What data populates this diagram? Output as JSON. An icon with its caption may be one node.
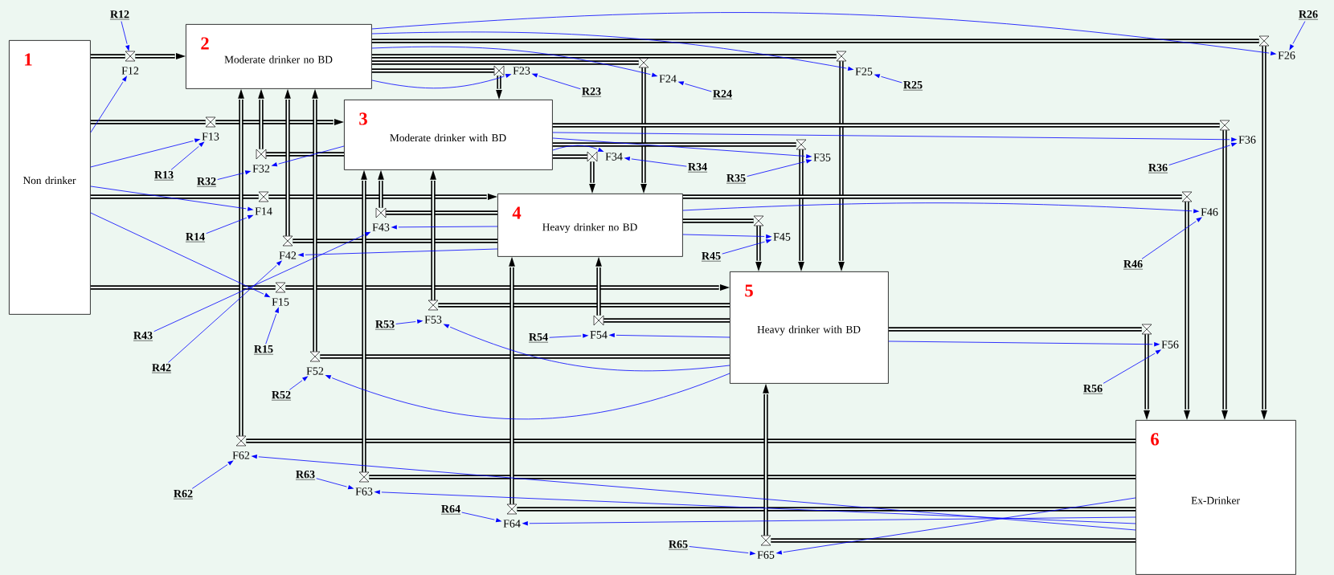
{
  "diagram": {
    "nodes": [
      {
        "text": [
          "1",
          "Non drinker"
        ]
      },
      {
        "text": [
          "2",
          "Moderate drinker no BD"
        ]
      },
      {
        "text": [
          "3",
          "Moderate drinker with BD"
        ]
      },
      {
        "text": [
          "4",
          "Heavy drinker no BD"
        ]
      },
      {
        "text": [
          "5",
          "Heavy drinker with BD"
        ]
      },
      {
        "text": [
          "6",
          "Ex-Drinker"
        ]
      },
      {
        "text": [
          "F12"
        ]
      },
      {
        "text": [
          "F13"
        ]
      },
      {
        "text": [
          "F14"
        ]
      },
      {
        "text": [
          "F15"
        ]
      },
      {
        "text": [
          "F23"
        ]
      },
      {
        "text": [
          "F24"
        ]
      },
      {
        "text": [
          "F25"
        ]
      },
      {
        "text": [
          "F26"
        ]
      },
      {
        "text": [
          "F32"
        ]
      },
      {
        "text": [
          "F34"
        ]
      },
      {
        "text": [
          "F35"
        ]
      },
      {
        "text": [
          "F36"
        ]
      },
      {
        "text": [
          "F42"
        ]
      },
      {
        "text": [
          "F43"
        ]
      },
      {
        "text": [
          "F45"
        ]
      },
      {
        "text": [
          "F46"
        ]
      },
      {
        "text": [
          "F52"
        ]
      },
      {
        "text": [
          "F53"
        ]
      },
      {
        "text": [
          "F54"
        ]
      },
      {
        "text": [
          "F56"
        ]
      },
      {
        "text": [
          "F62"
        ]
      },
      {
        "text": [
          "F63"
        ]
      },
      {
        "text": [
          "F64"
        ]
      },
      {
        "text": [
          "F65"
        ]
      },
      {
        "text": [
          "R12"
        ]
      },
      {
        "text": [
          "R13"
        ]
      },
      {
        "text": [
          "R14"
        ]
      },
      {
        "text": [
          "R15"
        ]
      },
      {
        "text": [
          "R23"
        ]
      },
      {
        "text": [
          "R24"
        ]
      },
      {
        "text": [
          "R25"
        ]
      },
      {
        "text": [
          "R26"
        ]
      },
      {
        "text": [
          "R32"
        ]
      },
      {
        "text": [
          "R34"
        ]
      },
      {
        "text": [
          "R35"
        ]
      },
      {
        "text": [
          "R36"
        ]
      },
      {
        "text": [
          "R42"
        ]
      },
      {
        "text": [
          "R43"
        ]
      },
      {
        "text": [
          "R45"
        ]
      },
      {
        "text": [
          "R46"
        ]
      },
      {
        "text": [
          "R52"
        ]
      },
      {
        "text": [
          "R53"
        ]
      },
      {
        "text": [
          "R54"
        ]
      },
      {
        "text": [
          "R56"
        ]
      },
      {
        "text": [
          "R62"
        ]
      },
      {
        "text": [
          "R63"
        ]
      },
      {
        "text": [
          "R64"
        ]
      },
      {
        "text": [
          "R65"
        ]
      }
    ],
    "edges": [
      {
        "from": 0,
        "to": 6,
        "arrow": "none",
        "style": "thick"
      },
      {
        "from": 6,
        "to": 1,
        "arrow": "to",
        "style": "thick"
      },
      {
        "from": 0,
        "to": 7,
        "arrow": "none",
        "style": "thick"
      },
      {
        "from": 7,
        "to": 2,
        "arrow": "to",
        "style": "thick"
      },
      {
        "from": 0,
        "to": 8,
        "arrow": "none",
        "style": "thick"
      },
      {
        "from": 8,
        "to": 3,
        "arrow": "to",
        "style": "thick"
      },
      {
        "from": 0,
        "to": 9,
        "arrow": "none",
        "style": "thick"
      },
      {
        "from": 9,
        "to": 4,
        "arrow": "to",
        "style": "thick"
      },
      {
        "from": 1,
        "to": 10,
        "arrow": "none",
        "style": "thick"
      },
      {
        "from": 10,
        "to": 2,
        "arrow": "to",
        "style": "thick"
      },
      {
        "from": 1,
        "to": 11,
        "arrow": "none",
        "style": "thick"
      },
      {
        "from": 11,
        "to": 3,
        "arrow": "to",
        "style": "thick"
      },
      {
        "from": 1,
        "to": 12,
        "arrow": "none",
        "style": "thick"
      },
      {
        "from": 12,
        "to": 4,
        "arrow": "to",
        "style": "thick"
      },
      {
        "from": 1,
        "to": 13,
        "arrow": "none",
        "style": "thick"
      },
      {
        "from": 13,
        "to": 5,
        "arrow": "to",
        "style": "thick"
      },
      {
        "from": 2,
        "to": 14,
        "arrow": "none",
        "style": "thick"
      },
      {
        "from": 14,
        "to": 1,
        "arrow": "to",
        "style": "thick"
      },
      {
        "from": 2,
        "to": 15,
        "arrow": "none",
        "style": "thick"
      },
      {
        "from": 15,
        "to": 3,
        "arrow": "to",
        "style": "thick"
      },
      {
        "from": 2,
        "to": 16,
        "arrow": "none",
        "style": "thick"
      },
      {
        "from": 16,
        "to": 4,
        "arrow": "to",
        "style": "thick"
      },
      {
        "from": 2,
        "to": 17,
        "arrow": "none",
        "style": "thick"
      },
      {
        "from": 17,
        "to": 5,
        "arrow": "to",
        "style": "thick"
      },
      {
        "from": 3,
        "to": 18,
        "arrow": "none",
        "style": "thick"
      },
      {
        "from": 18,
        "to": 1,
        "arrow": "to",
        "style": "thick"
      },
      {
        "from": 3,
        "to": 19,
        "arrow": "none",
        "style": "thick"
      },
      {
        "from": 19,
        "to": 2,
        "arrow": "to",
        "style": "thick"
      },
      {
        "from": 3,
        "to": 20,
        "arrow": "none",
        "style": "thick"
      },
      {
        "from": 20,
        "to": 4,
        "arrow": "to",
        "style": "thick"
      },
      {
        "from": 3,
        "to": 21,
        "arrow": "none",
        "style": "thick"
      },
      {
        "from": 21,
        "to": 5,
        "arrow": "to",
        "style": "thick"
      },
      {
        "from": 4,
        "to": 22,
        "arrow": "none",
        "style": "thick"
      },
      {
        "from": 22,
        "to": 1,
        "arrow": "to",
        "style": "thick"
      },
      {
        "from": 4,
        "to": 23,
        "arrow": "none",
        "style": "thick"
      },
      {
        "from": 23,
        "to": 2,
        "arrow": "to",
        "style": "thick"
      },
      {
        "from": 4,
        "to": 24,
        "arrow": "none",
        "style": "thick"
      },
      {
        "from": 24,
        "to": 3,
        "arrow": "to",
        "style": "thick"
      },
      {
        "from": 4,
        "to": 25,
        "arrow": "none",
        "style": "thick"
      },
      {
        "from": 25,
        "to": 5,
        "arrow": "to",
        "style": "thick"
      },
      {
        "from": 5,
        "to": 26,
        "arrow": "none",
        "style": "thick"
      },
      {
        "from": 26,
        "to": 1,
        "arrow": "to",
        "style": "thick"
      },
      {
        "from": 5,
        "to": 27,
        "arrow": "none",
        "style": "thick"
      },
      {
        "from": 27,
        "to": 2,
        "arrow": "to",
        "style": "thick"
      },
      {
        "from": 5,
        "to": 28,
        "arrow": "none",
        "style": "thick"
      },
      {
        "from": 28,
        "to": 3,
        "arrow": "to",
        "style": "thick"
      },
      {
        "from": 5,
        "to": 29,
        "arrow": "none",
        "style": "thick"
      },
      {
        "from": 29,
        "to": 4,
        "arrow": "to",
        "style": "thick"
      },
      {
        "from": 0,
        "to": 6,
        "arrow": "to",
        "color": "#0000ff"
      },
      {
        "from": 30,
        "to": 6,
        "arrow": "to",
        "color": "#0000ff"
      },
      {
        "from": 0,
        "to": 7,
        "arrow": "to",
        "color": "#0000ff"
      },
      {
        "from": 31,
        "to": 7,
        "arrow": "to",
        "color": "#0000ff"
      },
      {
        "from": 0,
        "to": 8,
        "arrow": "to",
        "color": "#0000ff"
      },
      {
        "from": 32,
        "to": 8,
        "arrow": "to",
        "color": "#0000ff"
      },
      {
        "from": 0,
        "to": 9,
        "arrow": "to",
        "color": "#0000ff"
      },
      {
        "from": 33,
        "to": 9,
        "arrow": "to",
        "color": "#0000ff"
      },
      {
        "from": 1,
        "to": 10,
        "arrow": "to",
        "color": "#0000ff"
      },
      {
        "from": 34,
        "to": 10,
        "arrow": "to",
        "color": "#0000ff"
      },
      {
        "from": 1,
        "to": 11,
        "arrow": "to",
        "color": "#0000ff"
      },
      {
        "from": 35,
        "to": 11,
        "arrow": "to",
        "color": "#0000ff"
      },
      {
        "from": 1,
        "to": 12,
        "arrow": "to",
        "color": "#0000ff"
      },
      {
        "from": 36,
        "to": 12,
        "arrow": "to",
        "color": "#0000ff"
      },
      {
        "from": 1,
        "to": 13,
        "arrow": "to",
        "color": "#0000ff"
      },
      {
        "from": 37,
        "to": 13,
        "arrow": "to",
        "color": "#0000ff"
      },
      {
        "from": 2,
        "to": 14,
        "arrow": "to",
        "color": "#0000ff"
      },
      {
        "from": 38,
        "to": 14,
        "arrow": "to",
        "color": "#0000ff"
      },
      {
        "from": 2,
        "to": 15,
        "arrow": "to",
        "color": "#0000ff"
      },
      {
        "from": 39,
        "to": 15,
        "arrow": "to",
        "color": "#0000ff"
      },
      {
        "from": 2,
        "to": 16,
        "arrow": "to",
        "color": "#0000ff"
      },
      {
        "from": 40,
        "to": 16,
        "arrow": "to",
        "color": "#0000ff"
      },
      {
        "from": 2,
        "to": 17,
        "arrow": "to",
        "color": "#0000ff"
      },
      {
        "from": 41,
        "to": 17,
        "arrow": "to",
        "color": "#0000ff"
      },
      {
        "from": 3,
        "to": 18,
        "arrow": "to",
        "color": "#0000ff"
      },
      {
        "from": 42,
        "to": 18,
        "arrow": "to",
        "color": "#0000ff"
      },
      {
        "from": 3,
        "to": 19,
        "arrow": "to",
        "color": "#0000ff"
      },
      {
        "from": 43,
        "to": 19,
        "arrow": "to",
        "color": "#0000ff"
      },
      {
        "from": 3,
        "to": 20,
        "arrow": "to",
        "color": "#0000ff"
      },
      {
        "from": 44,
        "to": 20,
        "arrow": "to",
        "color": "#0000ff"
      },
      {
        "from": 3,
        "to": 21,
        "arrow": "to",
        "color": "#0000ff"
      },
      {
        "from": 45,
        "to": 21,
        "arrow": "to",
        "color": "#0000ff"
      },
      {
        "from": 4,
        "to": 22,
        "arrow": "to",
        "color": "#0000ff"
      },
      {
        "from": 46,
        "to": 22,
        "arrow": "to",
        "color": "#0000ff"
      },
      {
        "from": 4,
        "to": 23,
        "arrow": "to",
        "color": "#0000ff"
      },
      {
        "from": 47,
        "to": 23,
        "arrow": "to",
        "color": "#0000ff"
      },
      {
        "from": 4,
        "to": 24,
        "arrow": "to",
        "color": "#0000ff"
      },
      {
        "from": 48,
        "to": 24,
        "arrow": "to",
        "color": "#0000ff"
      },
      {
        "from": 4,
        "to": 25,
        "arrow": "to",
        "color": "#0000ff"
      },
      {
        "from": 49,
        "to": 25,
        "arrow": "to",
        "color": "#0000ff"
      },
      {
        "from": 5,
        "to": 26,
        "arrow": "to",
        "color": "#0000ff"
      },
      {
        "from": 50,
        "to": 26,
        "arrow": "to",
        "color": "#0000ff"
      },
      {
        "from": 5,
        "to": 27,
        "arrow": "to",
        "color": "#0000ff"
      },
      {
        "from": 51,
        "to": 27,
        "arrow": "to",
        "color": "#0000ff"
      },
      {
        "from": 5,
        "to": 28,
        "arrow": "to",
        "color": "#0000ff"
      },
      {
        "from": 52,
        "to": 28,
        "arrow": "to",
        "color": "#0000ff"
      },
      {
        "from": 5,
        "to": 29,
        "arrow": "to",
        "color": "#0000ff"
      },
      {
        "from": 53,
        "to": 29,
        "arrow": "to",
        "color": "#0000ff"
      }
    ]
  }
}
